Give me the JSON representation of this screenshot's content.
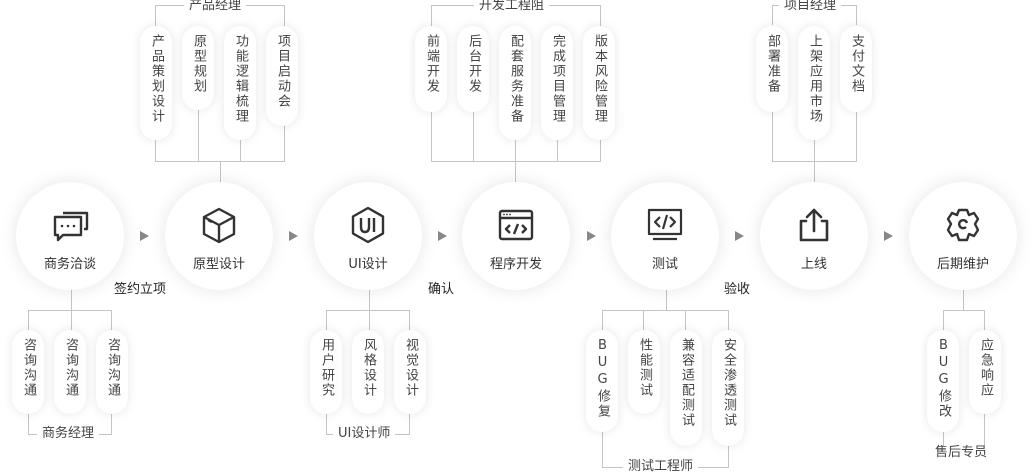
{
  "stages": [
    {
      "label": "商务洽谈",
      "icon": "chat-bubbles-icon"
    },
    {
      "label": "原型设计",
      "icon": "box-icon"
    },
    {
      "label": "UI设计",
      "icon": "ui-hexagon-icon"
    },
    {
      "label": "程序开发",
      "icon": "code-window-icon"
    },
    {
      "label": "测试",
      "icon": "code-monitor-icon"
    },
    {
      "label": "上线",
      "icon": "upload-icon"
    },
    {
      "label": "后期维护",
      "icon": "gear-icon"
    }
  ],
  "milestones": [
    "签约立项",
    "确认",
    "验收"
  ],
  "top_groups": [
    {
      "role": "产品经理",
      "tasks": [
        "产品策划设计",
        "原型规划",
        "功能逻辑梳理",
        "项目启动会"
      ]
    },
    {
      "role": "开发工程阻",
      "tasks": [
        "前端开发",
        "后台开发",
        "配套服务准备",
        "完成项目管理",
        "版本风险管理"
      ]
    },
    {
      "role": "项目经理",
      "tasks": [
        "部署准备",
        "上架应用市场",
        "支付文档"
      ]
    }
  ],
  "bottom_groups": [
    {
      "role": "商务经理",
      "tasks": [
        "咨询沟通",
        "咨询沟通",
        "咨询沟通"
      ]
    },
    {
      "role": "UI设计师",
      "tasks": [
        "用户研究",
        "风格设计",
        "视觉设计"
      ]
    },
    {
      "role": "测试工程师",
      "tasks": [
        "BUG修复",
        "性能测试",
        "兼容适配测试",
        "安全渗透测试"
      ]
    },
    {
      "role": "售后专员",
      "tasks": [
        "BUG修改",
        "应急响应"
      ]
    }
  ]
}
